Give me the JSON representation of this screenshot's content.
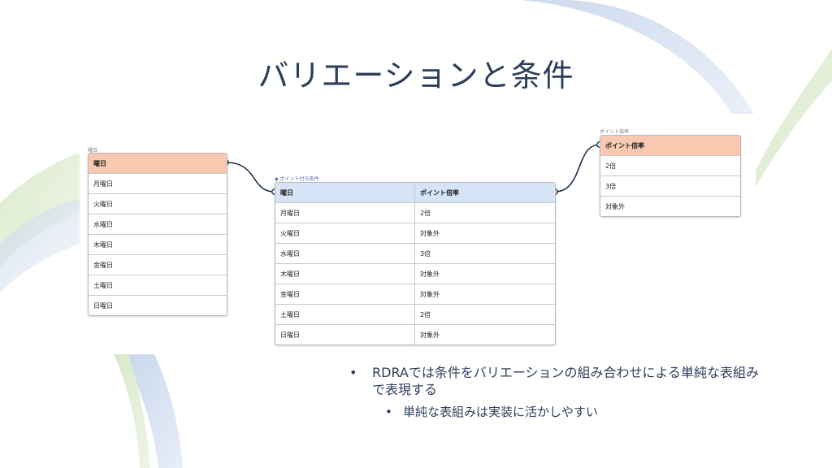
{
  "slide": {
    "title": "バリエーションと条件",
    "bullets": [
      {
        "text": "RDRAでは条件をバリエーションの組み合わせによる単純な表組みで表現する",
        "sub": [
          "単純な表組みは実装に活かしやすい"
        ]
      }
    ],
    "bullet_char": "•"
  },
  "tables": {
    "weekday": {
      "caption": "曜日",
      "header": "曜日",
      "rows": [
        "月曜日",
        "火曜日",
        "水曜日",
        "木曜日",
        "金曜日",
        "土曜日",
        "日曜日"
      ]
    },
    "condition": {
      "caption": "ポイント付与条件",
      "headers": [
        "曜日",
        "ポイント倍率"
      ],
      "rows": [
        [
          "月曜日",
          "2倍"
        ],
        [
          "火曜日",
          "対象外"
        ],
        [
          "水曜日",
          "3倍"
        ],
        [
          "木曜日",
          "対象外"
        ],
        [
          "金曜日",
          "対象外"
        ],
        [
          "土曜日",
          "2倍"
        ],
        [
          "日曜日",
          "対象外"
        ]
      ]
    },
    "rate": {
      "caption": "ポイント倍率",
      "header": "ポイント倍率",
      "rows": [
        "2倍",
        "3倍",
        "対象外"
      ]
    }
  },
  "colors": {
    "header_orange": "#f8c9b0",
    "header_blue": "#d6e4f7",
    "connector": "#1f2f4a",
    "title": "#2c3e5a"
  }
}
